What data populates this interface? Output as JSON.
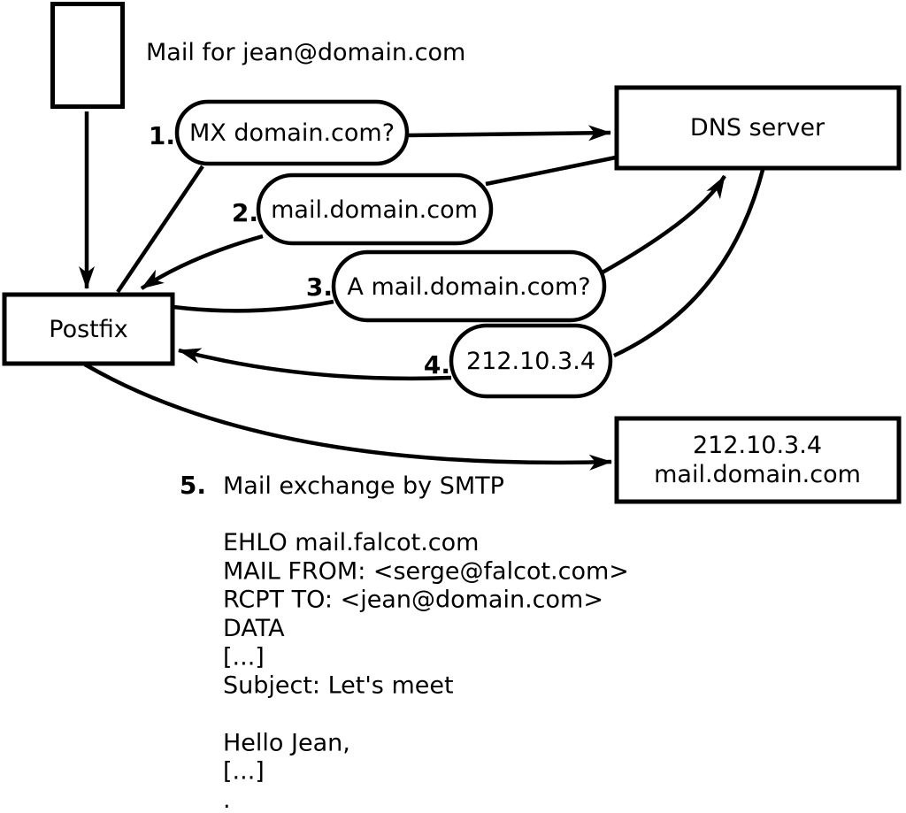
{
  "diagram": {
    "title": "Mail for jean@domain.com",
    "nodes": {
      "sender_message": {
        "label": ""
      },
      "postfix": {
        "label": "Postfix"
      },
      "dns_server": {
        "label": "DNS server"
      },
      "mail_server": {
        "line1": "212.10.3.4",
        "line2": "mail.domain.com"
      }
    },
    "steps": [
      {
        "number": "1.",
        "label": "MX domain.com?"
      },
      {
        "number": "2.",
        "label": "mail.domain.com"
      },
      {
        "number": "3.",
        "label": "A mail.domain.com?"
      },
      {
        "number": "4.",
        "label": "212.10.3.4"
      },
      {
        "number": "5.",
        "label": "Mail exchange by SMTP"
      }
    ],
    "smtp_session": {
      "lines": [
        "EHLO mail.falcot.com",
        "MAIL FROM: <serge@falcot.com>",
        "RCPT TO: <jean@domain.com>",
        "DATA",
        "[...]",
        "Subject: Let's meet",
        "",
        "Hello Jean,",
        "[...]",
        "."
      ]
    }
  },
  "colors": {
    "stroke": "#000000",
    "background": "#ffffff"
  }
}
